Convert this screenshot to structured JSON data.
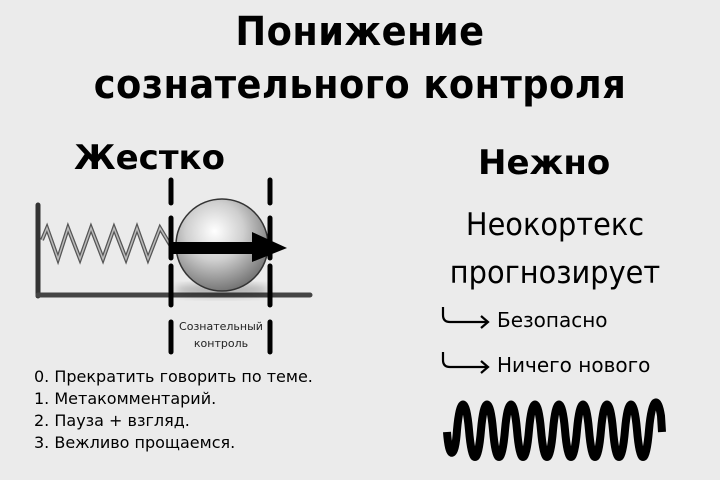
{
  "title": {
    "line1": "Понижение",
    "line2": "сознательного контроля"
  },
  "left": {
    "heading": "Жестко",
    "diagram": {
      "elements": [
        "spring-icon",
        "ball-icon",
        "arrow-right-icon",
        "dashed-boundary-lines",
        "axis-lines"
      ],
      "caption_line1": "Сознательный",
      "caption_line2": "контроль"
    },
    "steps": [
      "0. Прекратить говорить по теме.",
      "1. Метакомментарий.",
      "2. Пауза + взгляд.",
      "3. Вежливо прощаемся."
    ]
  },
  "right": {
    "heading": "Нежно",
    "subtitle_line1": "Неокортекс",
    "subtitle_line2": "прогнозирует",
    "outcomes": [
      {
        "icon": "return-arrow-icon",
        "label": "Безопасно"
      },
      {
        "icon": "return-arrow-icon",
        "label": "Ничего нового"
      }
    ],
    "wave_icon": "sine-wave-icon"
  },
  "colors": {
    "background": "#ebebeb",
    "text": "#000000",
    "ball": "#c8c8c8"
  }
}
